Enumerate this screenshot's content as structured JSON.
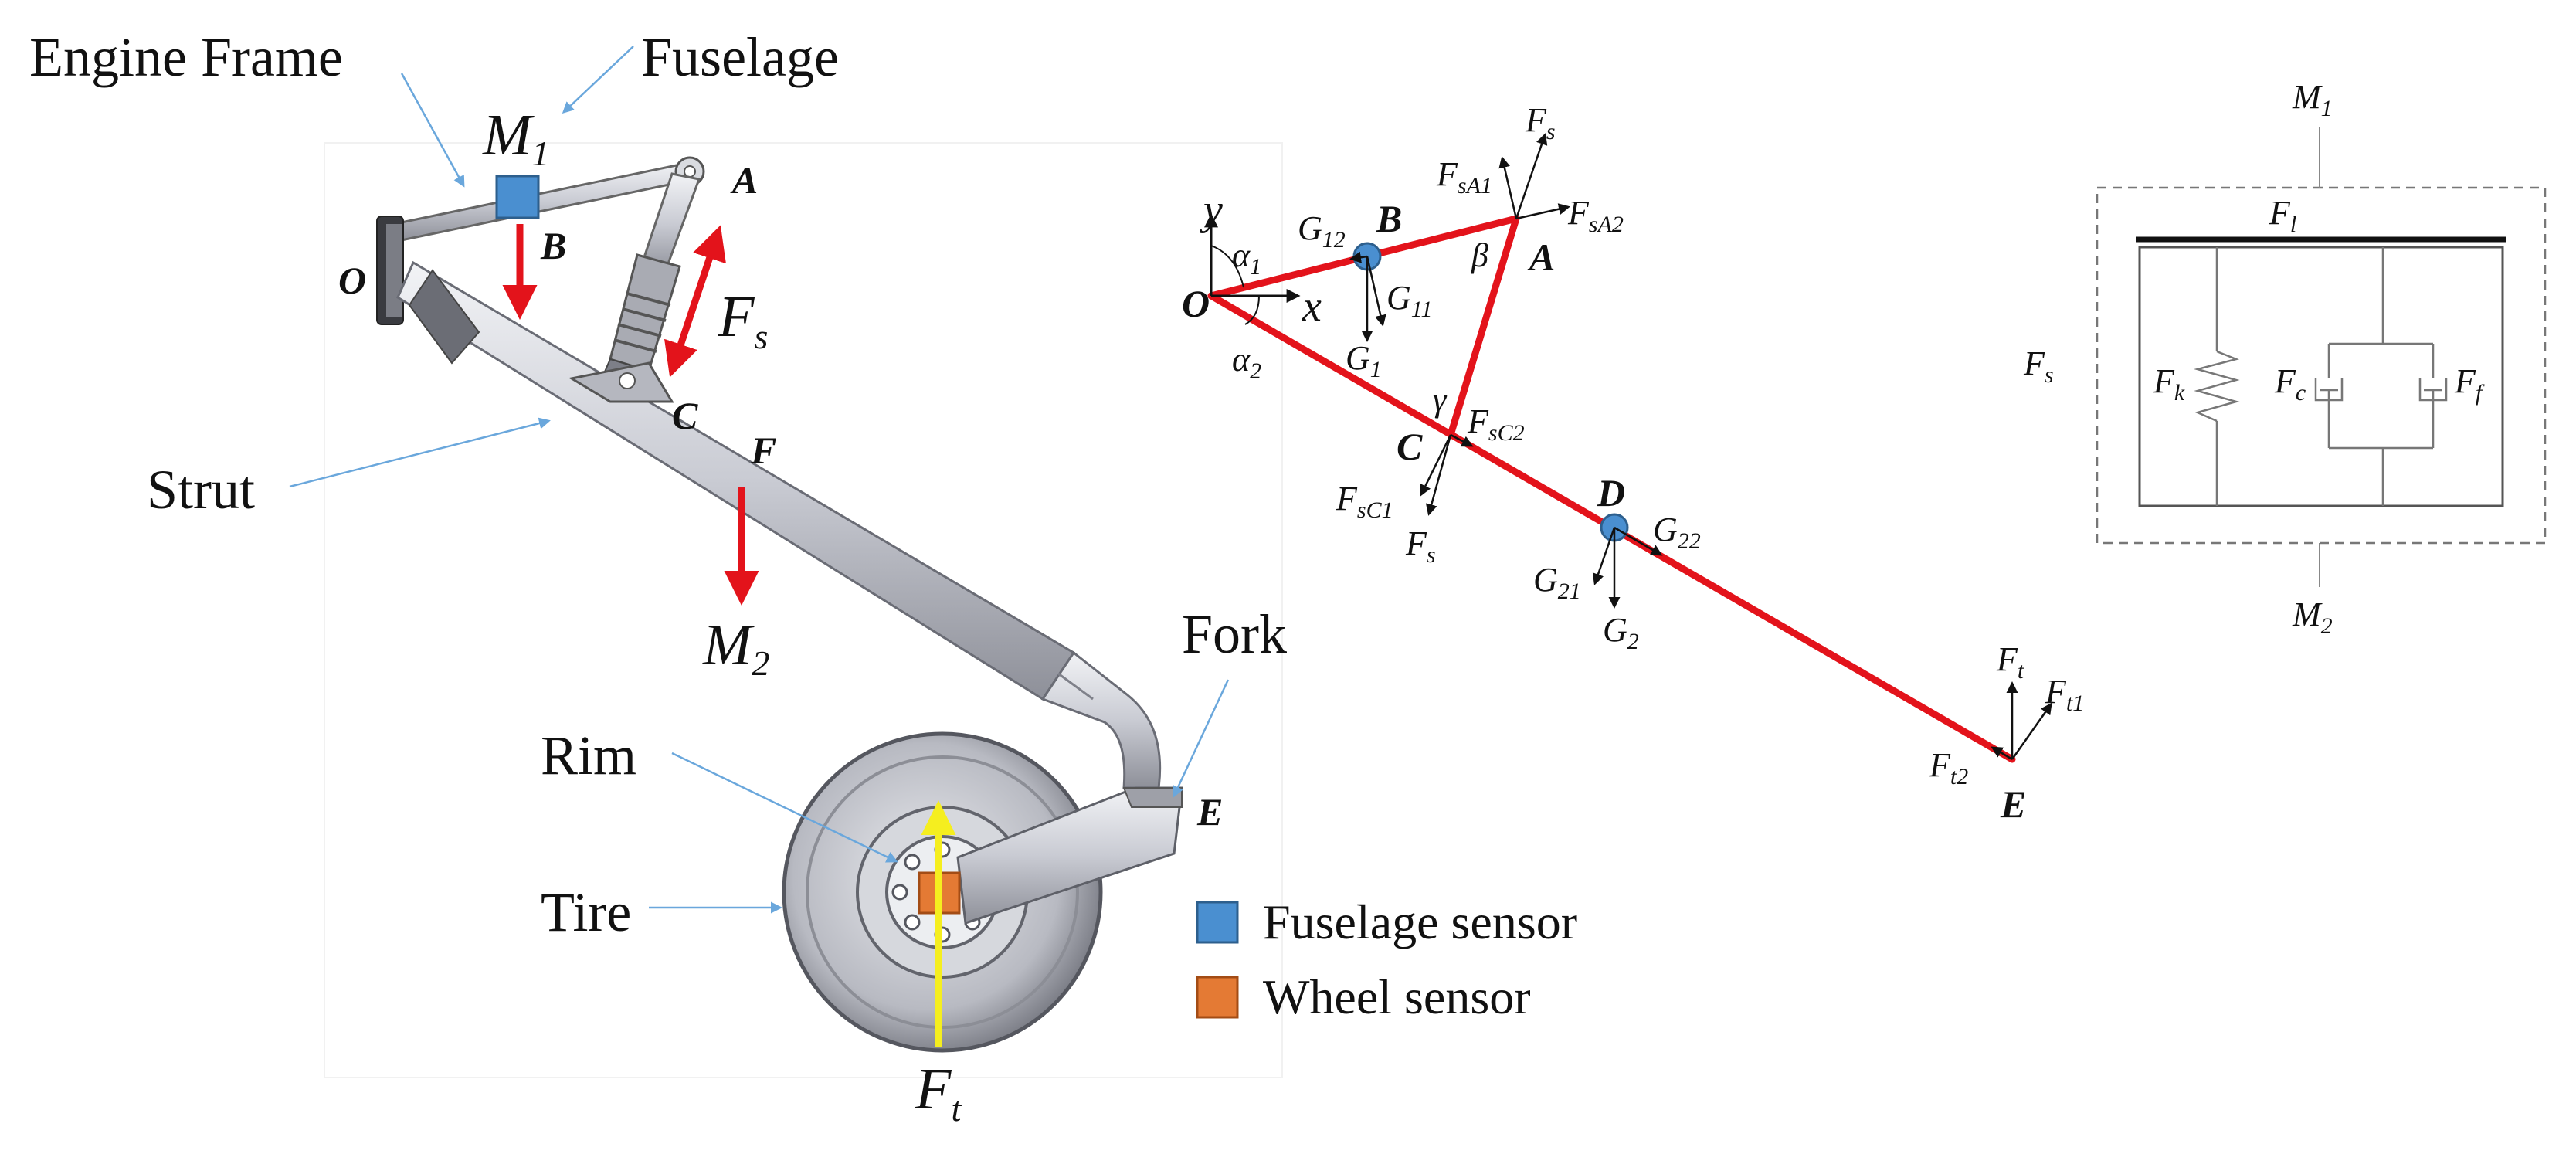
{
  "colors": {
    "fuselage_sensor": "#4a8fd0",
    "wheel_sensor": "#e47a34",
    "force_arrow": "#e3131b",
    "tire_force": "#f5ee1f",
    "strut_red": "#e3131b",
    "leader_line": "#6aa7dc"
  },
  "left": {
    "labels": {
      "engine_frame": "Engine Frame",
      "fuselage": "Fuselage",
      "strut": "Strut",
      "rim": "Rim",
      "tire": "Tire",
      "fork": "Fork"
    },
    "points": {
      "O": "O",
      "A": "A",
      "B": "B",
      "C": "C",
      "F": "F",
      "E": "E"
    },
    "M1": {
      "base": "M",
      "sub": "1"
    },
    "M2": {
      "base": "M",
      "sub": "2"
    },
    "Fs": {
      "base": "F",
      "sub": "s"
    },
    "Ft": {
      "base": "F",
      "sub": "t"
    },
    "legend": [
      {
        "label": "Fuselage sensor",
        "icon": "fuselage-sensor-swatch"
      },
      {
        "label": "Wheel sensor",
        "icon": "wheel-sensor-swatch"
      }
    ]
  },
  "middle": {
    "points": {
      "O": "O",
      "A": "A",
      "B": "B",
      "C": "C",
      "D": "D",
      "E": "E"
    },
    "axes": {
      "y": "y",
      "x": "x"
    },
    "angles": {
      "alpha1": {
        "base": "α",
        "sub": "1"
      },
      "alpha2": {
        "base": "α",
        "sub": "2"
      },
      "beta": "β",
      "gamma": "γ"
    },
    "forces": {
      "Fs_top": {
        "base": "F",
        "sub": "s"
      },
      "FsA1": {
        "base": "F",
        "sub": "sA1"
      },
      "FsA2": {
        "base": "F",
        "sub": "sA2"
      },
      "G12": {
        "base": "G",
        "sub": "12"
      },
      "G11": {
        "base": "G",
        "sub": "11"
      },
      "G1": {
        "base": "G",
        "sub": "1"
      },
      "FsC2": {
        "base": "F",
        "sub": "sC2"
      },
      "FsC1": {
        "base": "F",
        "sub": "sC1"
      },
      "Fs_bottom": {
        "base": "F",
        "sub": "s"
      },
      "G22": {
        "base": "G",
        "sub": "22"
      },
      "G21": {
        "base": "G",
        "sub": "21"
      },
      "G2": {
        "base": "G",
        "sub": "2"
      },
      "Ft": {
        "base": "F",
        "sub": "t"
      },
      "Ft1": {
        "base": "F",
        "sub": "t1"
      },
      "Ft2": {
        "base": "F",
        "sub": "t2"
      }
    }
  },
  "right": {
    "M1": {
      "base": "M",
      "sub": "1"
    },
    "M2": {
      "base": "M",
      "sub": "2"
    },
    "Fl": {
      "base": "F",
      "sub": "l"
    },
    "Fs": {
      "base": "F",
      "sub": "s"
    },
    "Fk": {
      "base": "F",
      "sub": "k"
    },
    "Fc": {
      "base": "F",
      "sub": "c"
    },
    "Ff": {
      "base": "F",
      "sub": "f"
    }
  }
}
